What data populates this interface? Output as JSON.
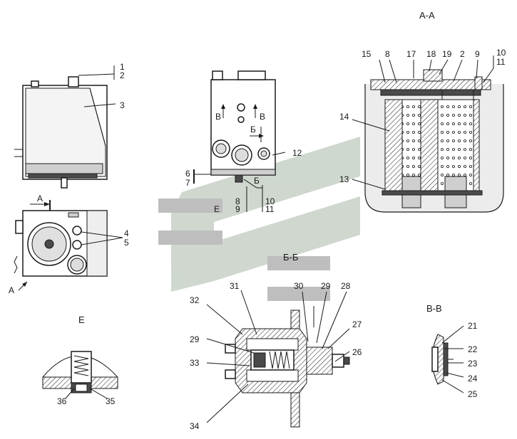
{
  "sections": {
    "aa": "А-А",
    "e": "Е",
    "bb": "Б-Б",
    "vv": "В-В"
  },
  "view_marks": {
    "a_top": "А",
    "a_bottom": "А",
    "v_left": "В",
    "v_right": "В",
    "b_arrow": "Б",
    "b_lower": "Б",
    "e_ref": "Е"
  },
  "callouts": {
    "c1": "1",
    "c2": "2",
    "c3": "3",
    "c4": "4",
    "c5": "5",
    "c6": "6",
    "c7": "7",
    "c8": "8",
    "c9": "9",
    "c10": "10",
    "c11": "11",
    "c12": "12",
    "aa15": "15",
    "aa8": "8",
    "aa17": "17",
    "aa18": "18",
    "aa19": "19",
    "aa2": "2",
    "aa9": "9",
    "aa10": "10",
    "aa11": "11",
    "aa14": "14",
    "aa13": "13",
    "vv21": "21",
    "vv22": "22",
    "vv23": "23",
    "vv24": "24",
    "vv25": "25",
    "bb31": "31",
    "bb30": "30",
    "bb29a": "29",
    "bb28": "28",
    "bb32": "32",
    "bb27": "27",
    "bb29b": "29",
    "bb26": "26",
    "bb33": "33",
    "bb34": "34",
    "e36": "36",
    "e35": "35"
  },
  "colors": {
    "line": "#1a1a1a",
    "watermark": "#a8b8a8",
    "watermark_bar": "#8a8a8a"
  }
}
